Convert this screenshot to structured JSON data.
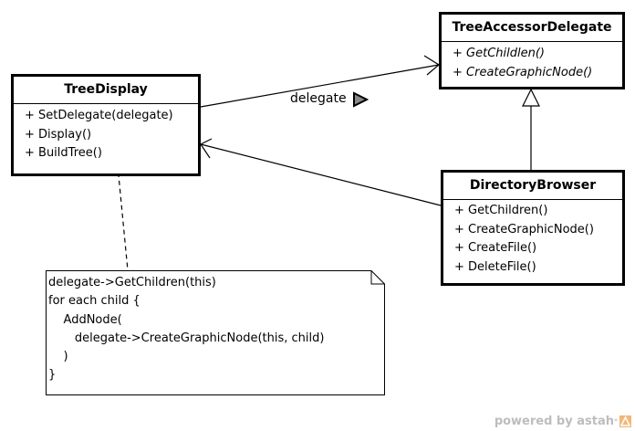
{
  "classes": {
    "tree_display": {
      "name": "TreeDisplay",
      "operations": [
        "+ SetDelegate(delegate)",
        "+ Display()",
        "+ BuildTree()"
      ]
    },
    "tree_accessor_delegate": {
      "name": "TreeAccessorDelegate",
      "operations": [
        "+ GetChildlen()",
        "+ CreateGraphicNode()"
      ]
    },
    "directory_browser": {
      "name": "DirectoryBrowser",
      "operations": [
        "+ GetChildren()",
        "+ CreateGraphicNode()",
        "+ CreateFile()",
        "+ DeleteFile()"
      ]
    }
  },
  "association": {
    "label": "delegate"
  },
  "note": {
    "lines": [
      "delegate->GetChildren(this)",
      "for each child {",
      "    AddNode(",
      "       delegate->CreateGraphicNode(this, child)",
      "    )",
      "}"
    ]
  },
  "watermark": {
    "text": "powered by astah",
    "mark": "*"
  }
}
